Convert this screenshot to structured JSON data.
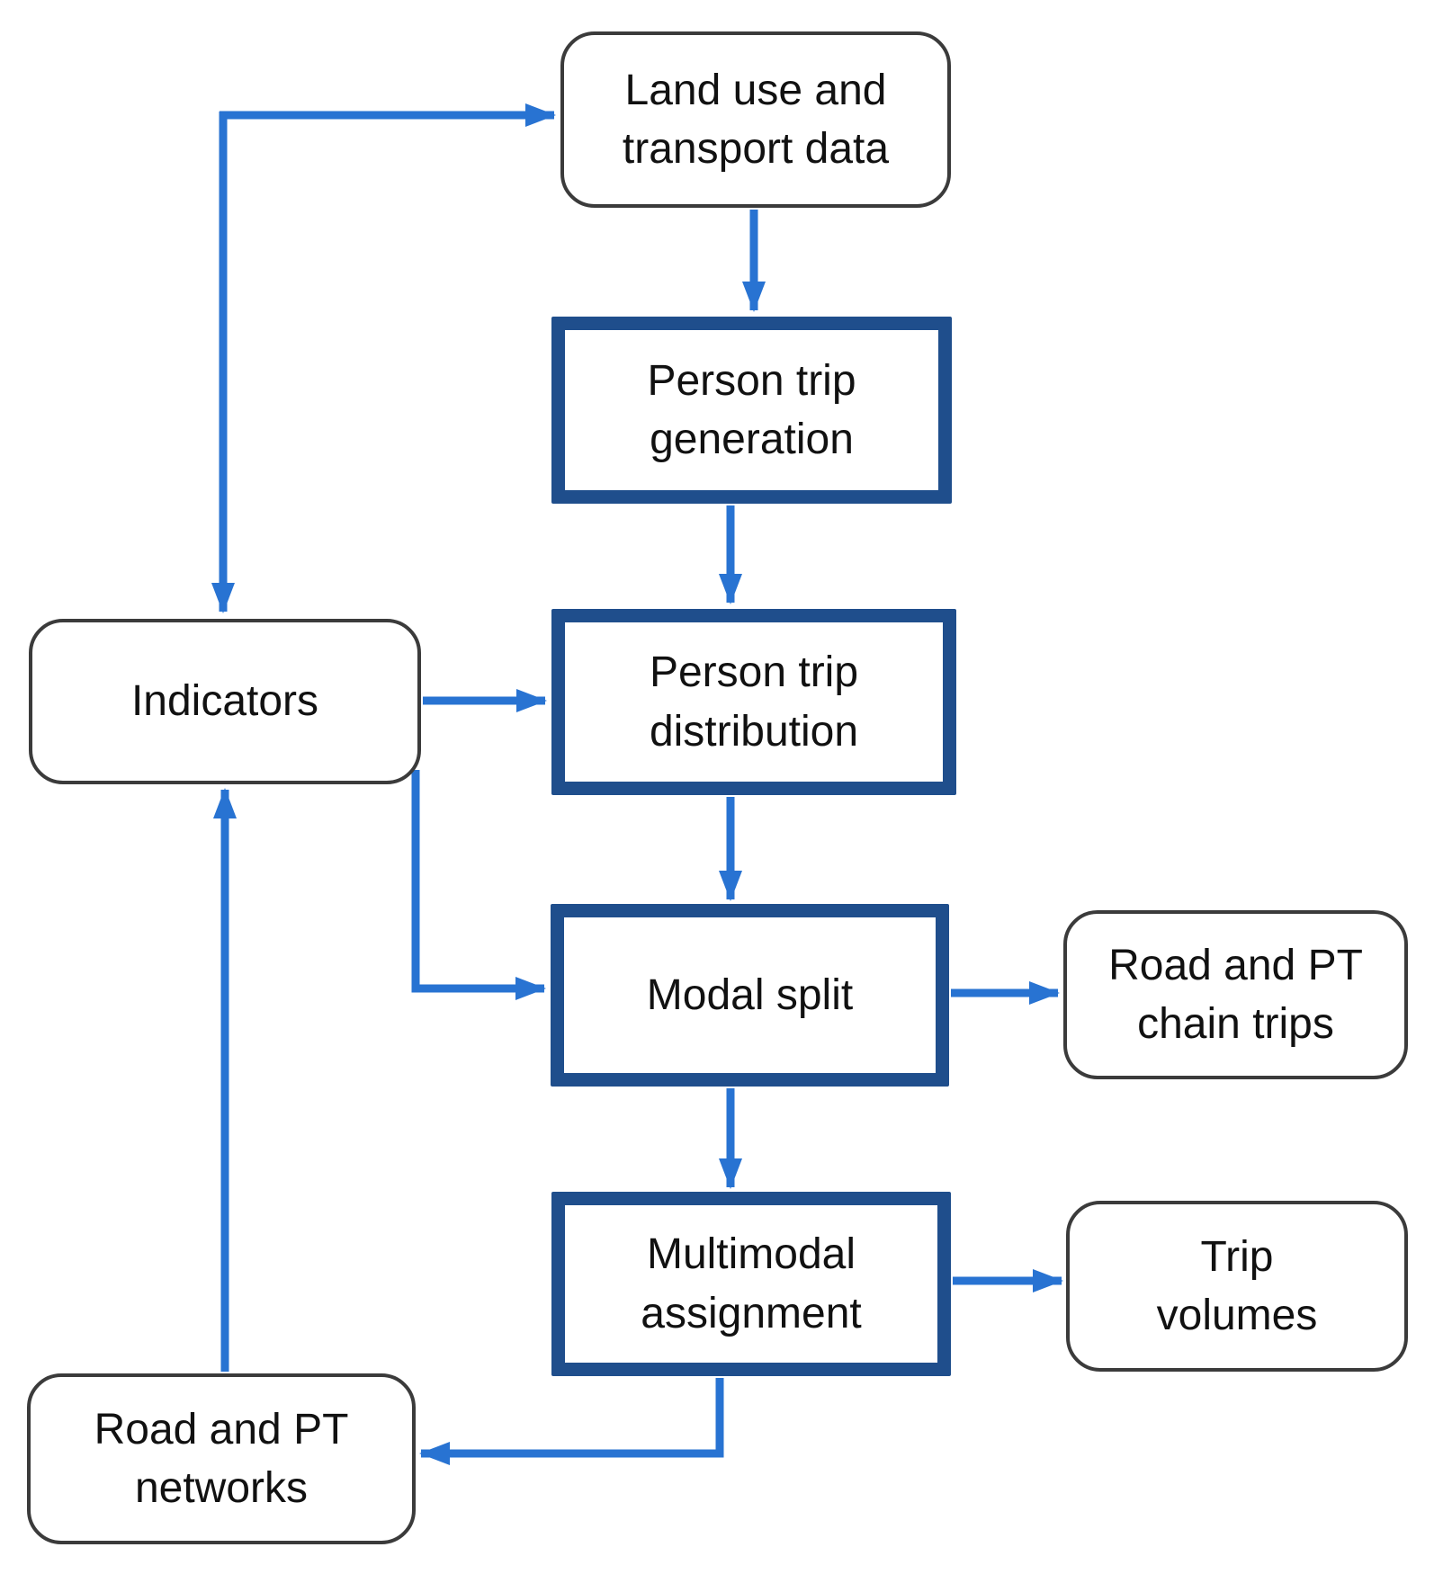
{
  "figure": {
    "kind": "flowchart",
    "description": "Four-step transport model flow diagram"
  },
  "colors": {
    "arrow": "#2873D2",
    "process_border": "#1F4E8C",
    "terminal_border": "#3B3B3B",
    "text": "#111111",
    "background": "#FFFFFF"
  },
  "nodes": {
    "land_use": {
      "label": "Land use and\ntransport data",
      "kind": "rounded"
    },
    "person_trip_generation": {
      "label": "Person trip\ngeneration",
      "kind": "process"
    },
    "indicators": {
      "label": "Indicators",
      "kind": "rounded"
    },
    "person_trip_distribution": {
      "label": "Person trip\ndistribution",
      "kind": "process"
    },
    "modal_split": {
      "label": "Modal split",
      "kind": "process"
    },
    "road_pt_chain_trips": {
      "label": "Road and PT\nchain trips",
      "kind": "rounded"
    },
    "multimodal_assignment": {
      "label": "Multimodal\nassignment",
      "kind": "process"
    },
    "trip_volumes": {
      "label": "Trip\nvolumes",
      "kind": "rounded"
    },
    "road_pt_networks": {
      "label": "Road and PT\nnetworks",
      "kind": "rounded"
    }
  },
  "edges": [
    {
      "id": "indicators-to-land-use",
      "from": "indicators",
      "to": "land_use",
      "double_headed": true
    },
    {
      "id": "land-use-to-generation",
      "from": "land_use",
      "to": "person_trip_generation"
    },
    {
      "id": "generation-to-distribution",
      "from": "person_trip_generation",
      "to": "person_trip_distribution"
    },
    {
      "id": "indicators-to-distribution",
      "from": "indicators",
      "to": "person_trip_distribution"
    },
    {
      "id": "indicators-to-modal-split",
      "from": "indicators",
      "to": "modal_split"
    },
    {
      "id": "distribution-to-modal-split",
      "from": "person_trip_distribution",
      "to": "modal_split"
    },
    {
      "id": "modal-split-to-chain-trips",
      "from": "modal_split",
      "to": "road_pt_chain_trips"
    },
    {
      "id": "modal-split-to-multimodal",
      "from": "modal_split",
      "to": "multimodal_assignment"
    },
    {
      "id": "multimodal-to-trip-volumes",
      "from": "multimodal_assignment",
      "to": "trip_volumes"
    },
    {
      "id": "multimodal-to-networks",
      "from": "multimodal_assignment",
      "to": "road_pt_networks"
    },
    {
      "id": "networks-to-indicators",
      "from": "road_pt_networks",
      "to": "indicators"
    }
  ]
}
